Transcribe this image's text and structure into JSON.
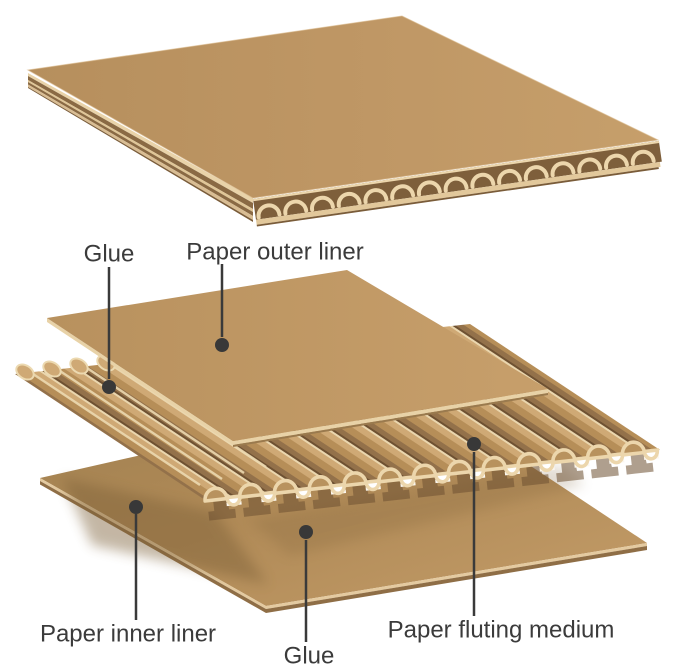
{
  "figure": {
    "labels": {
      "glue_top": "Glue",
      "paper_outer_liner": "Paper outer liner",
      "paper_inner_liner": "Paper inner liner",
      "glue_bottom": "Glue",
      "paper_fluting_medium": "Paper fluting medium"
    },
    "colors": {
      "background": "#ffffff",
      "cardboard_base": "#bf9765",
      "cardboard_light": "#ecd6ac",
      "cardboard_dark": "#7e5f3b",
      "flute_edge_dark": "#8a6a44",
      "label_text": "#3b3b3b",
      "leader_marker": "#383838"
    }
  }
}
